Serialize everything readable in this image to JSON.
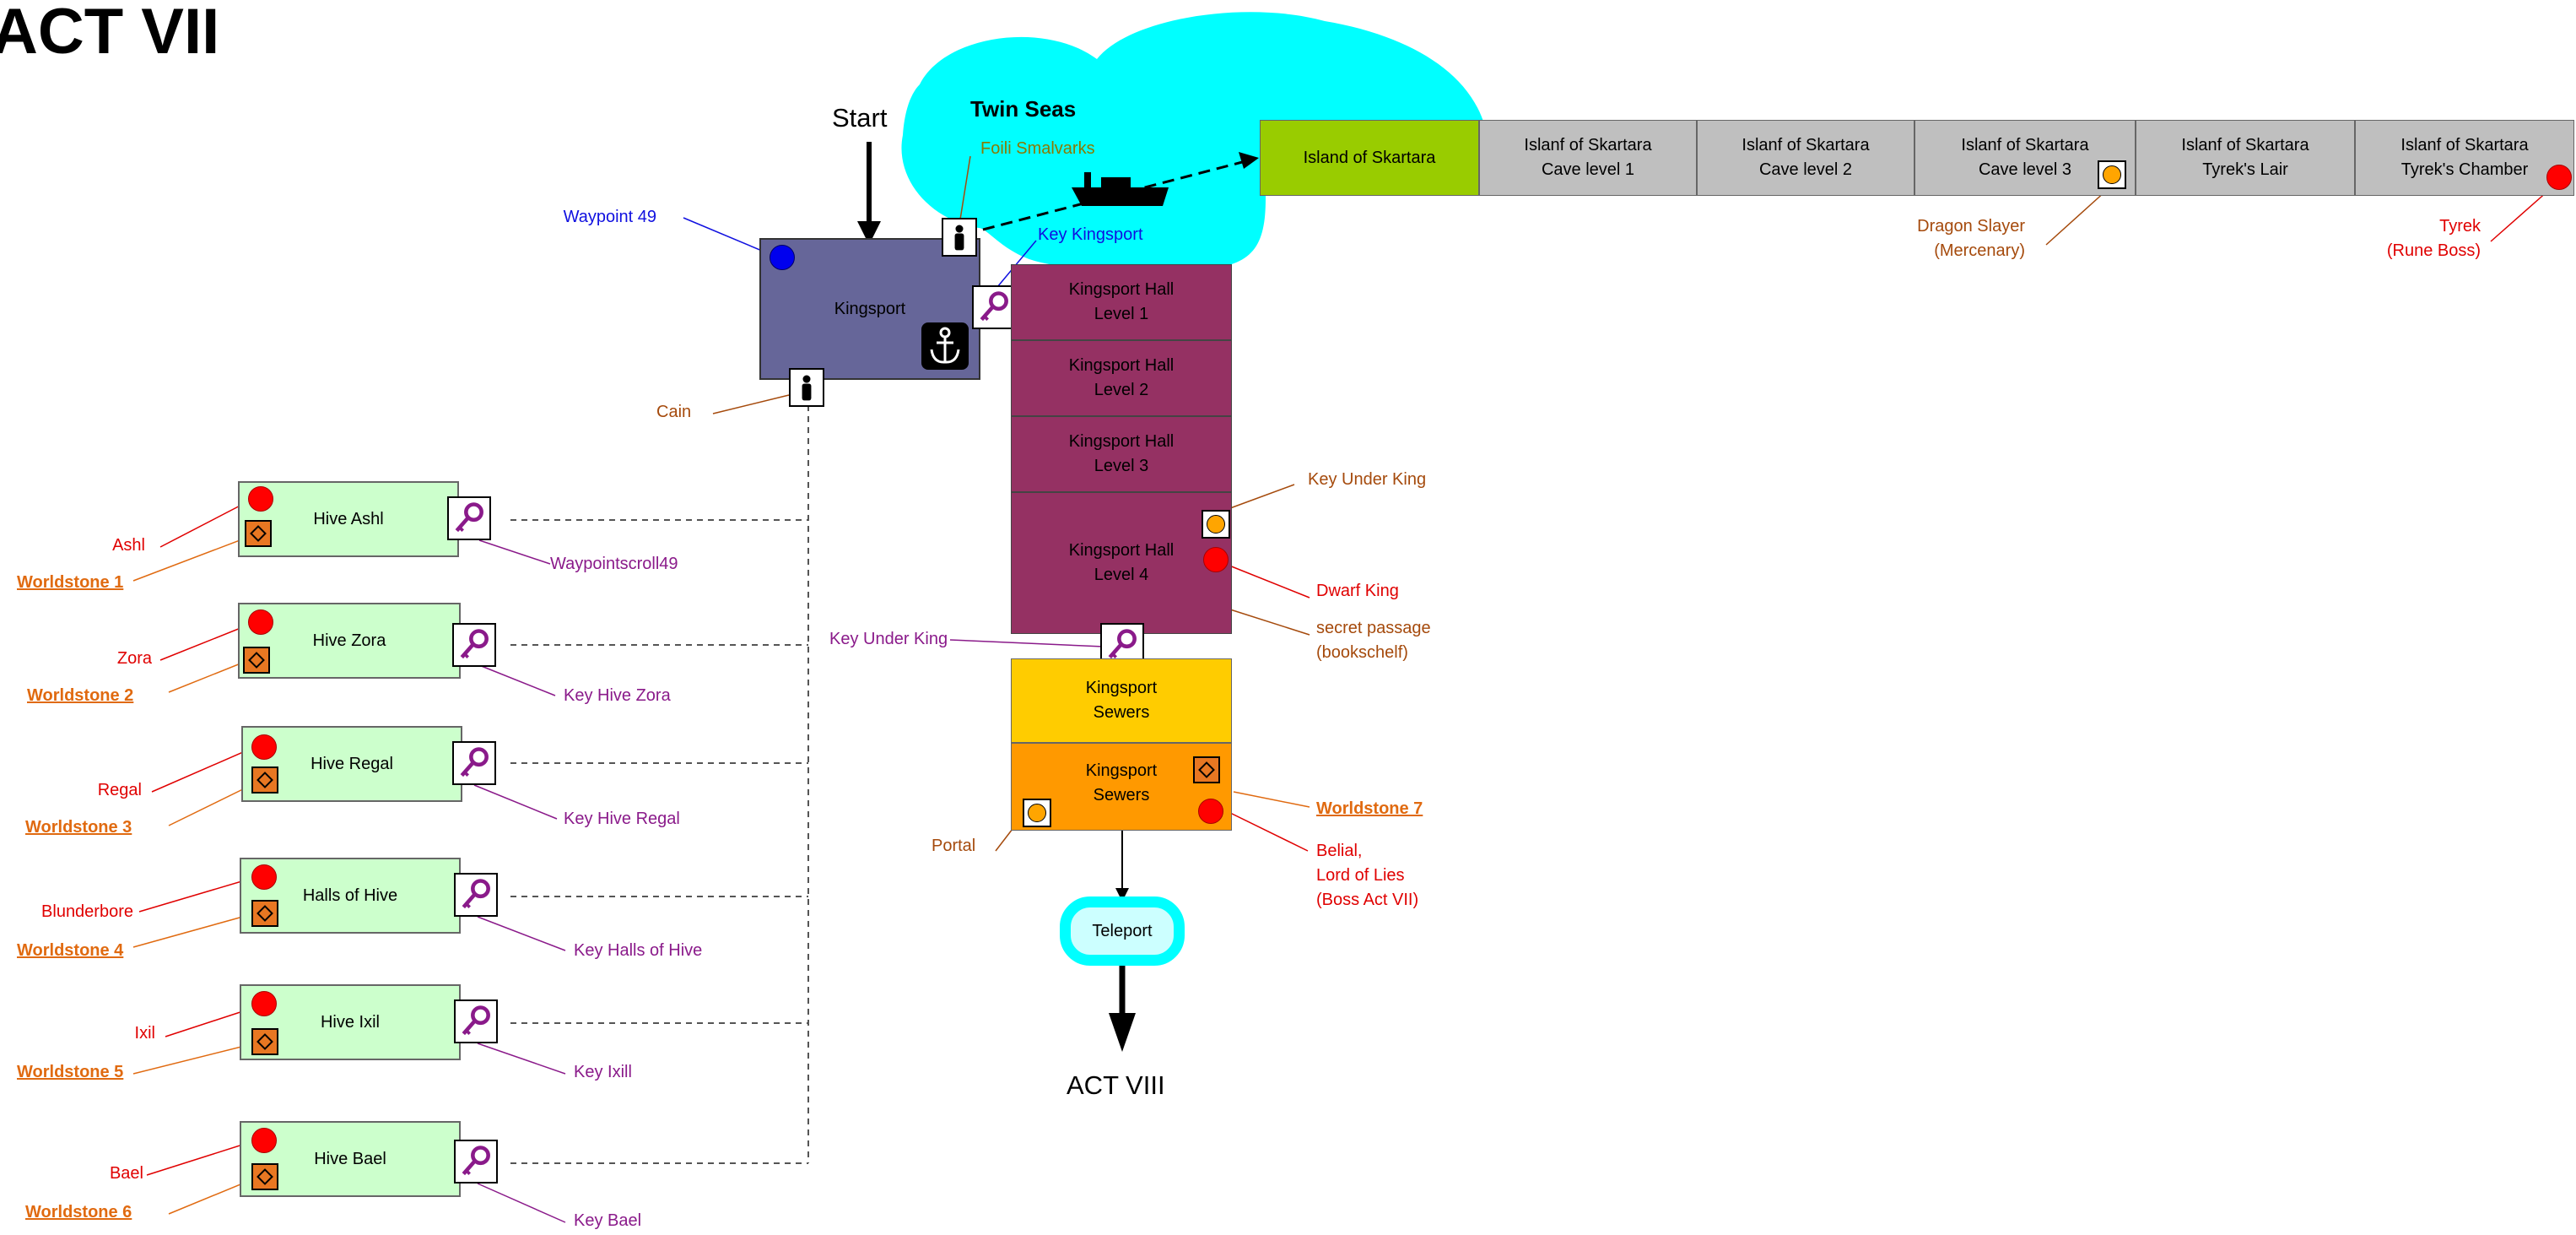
{
  "title": "ACT VII",
  "start": "Start",
  "twin_seas": "Twin Seas",
  "foili": "Foili Smalvarks",
  "kingsport": {
    "label": "Kingsport",
    "waypoint": "Waypoint 49",
    "key": "Key Kingsport",
    "cain": "Cain"
  },
  "islands": [
    "Island of Skartara",
    "Islanf of Skartara\nCave level 1",
    "Islanf of Skartara\nCave level 2",
    "Islanf of Skartara\nCave level 3",
    "Islanf of Skartara\nTyrek's Lair",
    "Islanf   of   Skartara\nTyrek's Chamber"
  ],
  "dragon_slayer": "Dragon Slayer\n(Mercenary)",
  "tyrek": "Tyrek\n(Rune Boss)",
  "halls": [
    "Kingsport Hall\nLevel 1",
    "Kingsport Hall\nLevel 2",
    "Kingsport Hall\nLevel 3",
    "Kingsport Hall\nLevel 4"
  ],
  "key_under_king": "Key Under King",
  "dwarf_king": "Dwarf King",
  "secret_passage": "secret passage\n(bookschelf)",
  "sewers": [
    "Kingsport\nSewers",
    "Kingsport\nSewers"
  ],
  "worldstone7": "Worldstone 7",
  "belial": "Belial,\nLord of Lies\n(Boss Act VII)",
  "portal": "Portal",
  "teleport": "Teleport",
  "act8": "ACT VIII",
  "hives": [
    {
      "name": "Hive Ashl",
      "boss": "Ashl",
      "worldstone": "Worldstone 1",
      "key": "Waypointscroll49"
    },
    {
      "name": "Hive Zora",
      "boss": "Zora",
      "worldstone": "Worldstone 2",
      "key": "Key Hive Zora"
    },
    {
      "name": "Hive Regal",
      "boss": "Regal",
      "worldstone": "Worldstone 3",
      "key": "Key Hive Regal"
    },
    {
      "name": "Halls of Hive",
      "boss": "Blunderbore",
      "worldstone": "Worldstone 4",
      "key": "Key Halls of Hive"
    },
    {
      "name": "Hive Ixil",
      "boss": "Ixil",
      "worldstone": "Worldstone 5",
      "key": "Key Ixill"
    },
    {
      "name": "Hive Bael",
      "boss": "Bael",
      "worldstone": "Worldstone 6",
      "key": "Key Bael"
    }
  ],
  "colors": {
    "sea": "#00ffff",
    "kingsport": "#666699",
    "halls": "#953163",
    "sewers_upper": "#ffcc00",
    "sewers_lower": "#ff9900",
    "hive": "#ccffcc",
    "island_first": "#99cc00",
    "island": "#bfbfbf"
  }
}
